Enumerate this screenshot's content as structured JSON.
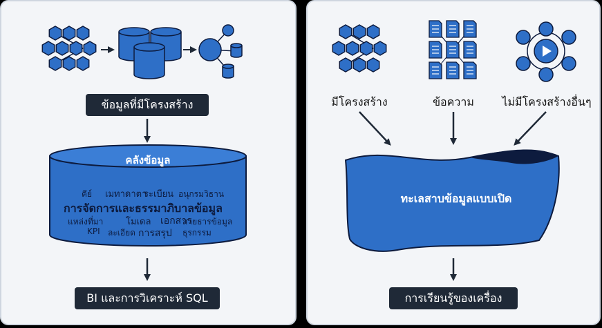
{
  "left": {
    "structured_label": "ข้อมูลที่มีโครงสร้าง",
    "warehouse": {
      "title": "คลังข้อมูล",
      "words": [
        "คีย์",
        "เมทาดาตา",
        "ระเบียน",
        "อนุกรมวิธาน",
        "การจัดการและธรรมาภิบาลข้อมูล",
        "แหล่งที่มา",
        "โมเดล",
        "เอกสาร",
        "สายธารข้อมูล",
        "KPI",
        "ละเอียด",
        "การสรุป",
        "ธุรกรรม"
      ]
    },
    "output_label": "BI และการวิเคราะห์ SQL"
  },
  "right": {
    "sources": [
      "มีโครงสร้าง",
      "ข้อความ",
      "ไม่มีโครงสร้างอื่นๆ"
    ],
    "lake_title": "ทะเลสาบข้อมูลแบบเปิด",
    "output_label": "การเรียนรู้ของเครื่อง"
  },
  "colors": {
    "accent": "#2e6fc7",
    "dark": "#1f2937",
    "panel": "#f3f5f8"
  }
}
